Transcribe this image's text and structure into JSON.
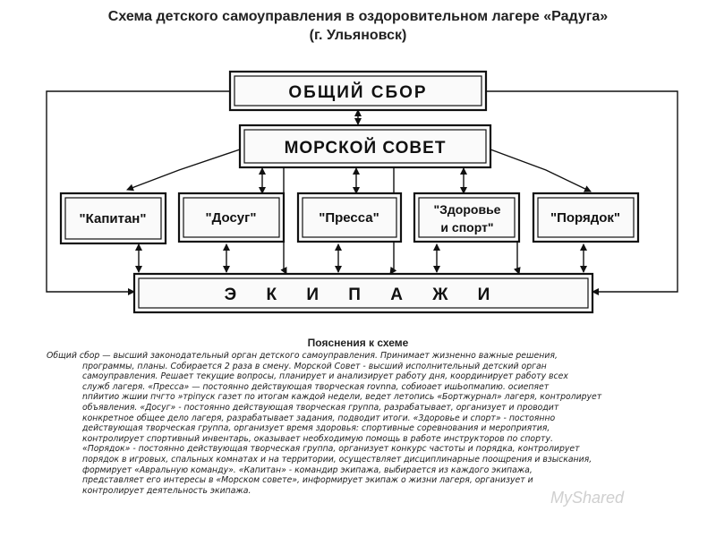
{
  "header": {
    "title_line1": "Схема детского самоуправления в оздоровительном лагере «Радуга»",
    "title_line2": "(г. Ульяновск)"
  },
  "diagram": {
    "general_meeting": "ОБЩИЙ СБОР",
    "sea_council": "МОРСКОЙ СОВЕТ",
    "services": [
      {
        "line1": "\"Капитан\"",
        "line2": ""
      },
      {
        "line1": "\"Досуг\"",
        "line2": ""
      },
      {
        "line1": "\"Пресса\"",
        "line2": ""
      },
      {
        "line1": "\"Здоровье",
        "line2": "и спорт\""
      },
      {
        "line1": "\"Порядок\"",
        "line2": ""
      }
    ],
    "crews": "Э К И П А Ж И"
  },
  "explanation": {
    "heading": "Пояснения к схеме",
    "lines": [
      "Общий сбор — высший законодательный орган детского самоуправления. Принимает жизненно важные решения,",
      "программы, планы. Собирается 2 раза в смену. Морской Совет - высший исполнительный детский орган",
      "самоуправления. Решает текущие вопросы, планирует и анализирует работу дня, координирует работу всех",
      "служб лагеря. «Пресса» — постоянно действующая творческая rovnna, собиоает ишЬопмапию. осиепяет",
      "nпйитио жшии пчгто »трiпуск газет по итогам каждой недели, ведет летопись «Бортжурнал» лагеря, контролирует",
      "объявления. «Досуг» - постоянно действующая творческая группа, разрабатывает, организует и проводит",
      "конкретное общее дело лагеря, разрабатывает задания, подводит итоги. «Здоровье и спорт» - постоянно",
      "действующая творческая группа, организует время здоровья: спортивные соревнования и мероприятия,",
      "контролирует спортивный инвентарь, оказывает необходимую помощь в работе инструкторов по спорту.",
      "«Порядок» - постоянно действующая творческая группа, организует конкурс частоты и порядка, контролирует",
      "порядок в игровых, спальных комнатах и на территории, осуществляет дисциплинарные поощрения и взыскания,",
      "формирует «Авральную команду». «Капитан» - командир экипажа, выбирается из каждого экипажа,",
      "представляет его интересы в «Морском совете», информирует экипаж о жизни лагеря, организует и",
      "контролирует деятельность экипажа."
    ],
    "indented": [
      false,
      true,
      true,
      true,
      true,
      true,
      true,
      true,
      true,
      true,
      true,
      true,
      true,
      true
    ]
  },
  "watermark": "MyShared"
}
